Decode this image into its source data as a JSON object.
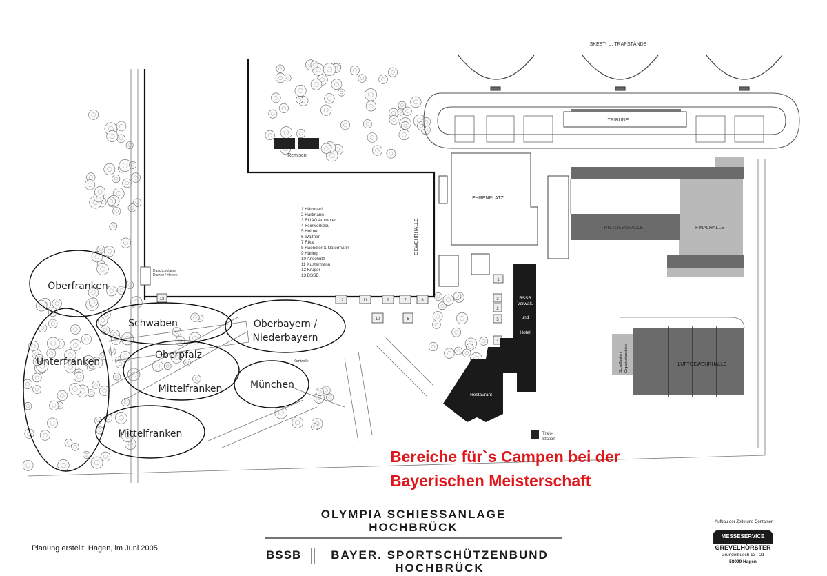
{
  "map": {
    "labels": {
      "skeet": "SKEET- U. TRAPSTÄNDE",
      "tribuene": "TRIBÜNE",
      "remisen": "Remisen",
      "ehrenplatz": "EHRENPLATZ",
      "pistolenhalle": "PISTOLENHALLE",
      "finalhalle": "FINALHALLE",
      "gewehrhalle": "GEWEHRHALLE",
      "bssb_building": [
        "BSSB",
        "Verwalt.",
        "und",
        "Hotel"
      ],
      "restaurant": "Restaurant",
      "trafo": [
        "Trafo-",
        "Station"
      ],
      "luftgewehrhalle": "LUFTGEWEHRHALLE",
      "schiesshallen": [
        "Schießhallen",
        "Organisationsbüro"
      ],
      "duschcontainer": [
        "Duschcontainer",
        "Damen / Herren"
      ],
      "kontrolle": "Kontrolle"
    },
    "vendors": [
      "1  Hämmerli",
      "2  Hartmann",
      "3  RUAG Ammotec",
      "4  Feinwerkbau",
      "5  Holme",
      "6  Walther",
      "7  Rika",
      "8  Haendler & Natermann",
      "9  Häring",
      "10  Anschütz",
      "11  Kustermann",
      "12  Krüger",
      "13  BSSB"
    ],
    "booth_numbers": [
      "12",
      "11",
      "9",
      "7",
      "8",
      "10",
      "6",
      "3",
      "2",
      "5",
      "4",
      "1",
      "13"
    ],
    "zones": [
      "Oberfranken",
      "Schwaben",
      "Oberbayern /",
      "Niederbayern",
      "Unterfranken",
      "Oberpfalz",
      "Mittelfranken",
      "München",
      "Mittelfranken"
    ]
  },
  "note": {
    "line1": "Bereiche für`s Campen bei der",
    "line2": "Bayerischen Meisterschaft"
  },
  "footer": {
    "title1": "OLYMPIA  SCHIESSANLAGE",
    "title2": "HOCHBRÜCK",
    "planning": "Planung erstellt: Hagen, im Juni 2005",
    "bssb": "BSSB",
    "org": "BAYER. SPORTSCHÜTZENBUND",
    "org2": "HOCHBRÜCK",
    "builder_caption": "Aufbau der Zelte und Container:",
    "company1": "MESSESERVICE",
    "company2": "GREVELHÖRSTER",
    "address1": "Gründelbusch 13 - 21",
    "address2": "58099 Hagen"
  },
  "colors": {
    "zone_outline": "#111111",
    "note_red": "#e0161b",
    "hall_dark": "#6b6b6b",
    "hall_light": "#b9b9b9",
    "building_black": "#1a1a1a"
  }
}
